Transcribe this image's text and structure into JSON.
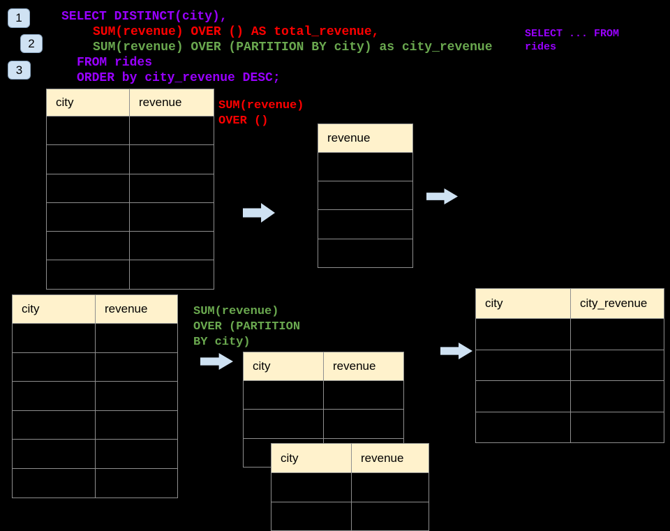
{
  "colors": {
    "background": "#000000",
    "sql_purple": "#9900ff",
    "sql_red": "#ff0000",
    "sql_green": "#6aa84f",
    "table_header_fill": "#fff2cc",
    "table_border": "#8f8f8f",
    "arrow_fill": "#cfe2f3",
    "badge_fill": "#cfe2f3"
  },
  "badges": {
    "step1": "1",
    "step2": "2",
    "step3": "3"
  },
  "sql_code": {
    "line1": "SELECT DISTINCT(city),",
    "line2": "SUM(revenue) OVER () AS total_revenue,",
    "line3": "SUM(revenue) OVER (PARTITION BY city) as city_revenue",
    "line4": "FROM rides",
    "line5": "ORDER by city_revenue DESC;"
  },
  "side_note": {
    "line1": "SELECT ... FROM",
    "line2": "rides"
  },
  "annotations": {
    "total_revenue": {
      "line1": "SUM(revenue)",
      "line2": "OVER ()"
    },
    "partition": {
      "line1": "SUM(revenue)",
      "line2": "OVER (PARTITION",
      "line3": "BY city)"
    }
  },
  "tables": {
    "source_top": {
      "headers": [
        "city",
        "revenue"
      ]
    },
    "total_result": {
      "headers": [
        "revenue"
      ]
    },
    "source_bottom": {
      "headers": [
        "city",
        "revenue"
      ]
    },
    "partition_input": {
      "headers": [
        "city",
        "revenue"
      ]
    },
    "partition_overlay": {
      "headers": [
        "city",
        "revenue"
      ]
    },
    "final_result": {
      "headers": [
        "city",
        "city_revenue"
      ]
    }
  }
}
